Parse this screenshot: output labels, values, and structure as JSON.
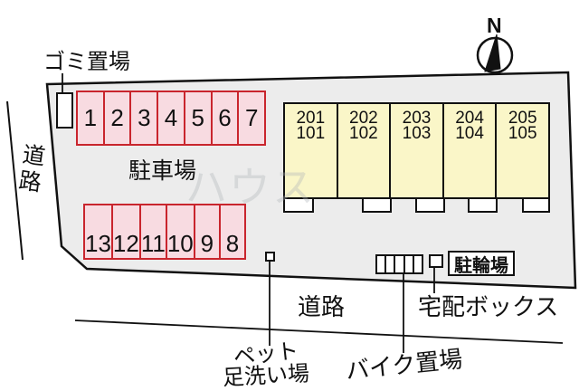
{
  "compass": {
    "north_label": "N"
  },
  "labels": {
    "garbage": "ゴミ置場",
    "road_left": "道路",
    "parking_lot": "駐車場",
    "road_bottom": "道路",
    "bicycle_parking": "駐輪場",
    "delivery_box": "宅配ボックス",
    "pet_line1": "ペット",
    "pet_line2": "足洗い場",
    "bike_area": "バイク置場"
  },
  "parking": {
    "row1": [
      "1",
      "2",
      "3",
      "4",
      "5",
      "6",
      "7"
    ],
    "row2": [
      "13",
      "12",
      "11",
      "10",
      "9",
      "8"
    ]
  },
  "building": {
    "units": [
      {
        "upper": "201",
        "lower": "101"
      },
      {
        "upper": "202",
        "lower": "102"
      },
      {
        "upper": "203",
        "lower": "103"
      },
      {
        "upper": "204",
        "lower": "104"
      },
      {
        "upper": "205",
        "lower": "105"
      }
    ]
  },
  "bike_rack_sections": 5,
  "watermark": "ハウス",
  "colors": {
    "site_fill": "#ececec",
    "stall_fill": "#f8dbe1",
    "stall_border": "#c9252d",
    "unit_fill": "#faf6c8",
    "line": "#111111"
  }
}
